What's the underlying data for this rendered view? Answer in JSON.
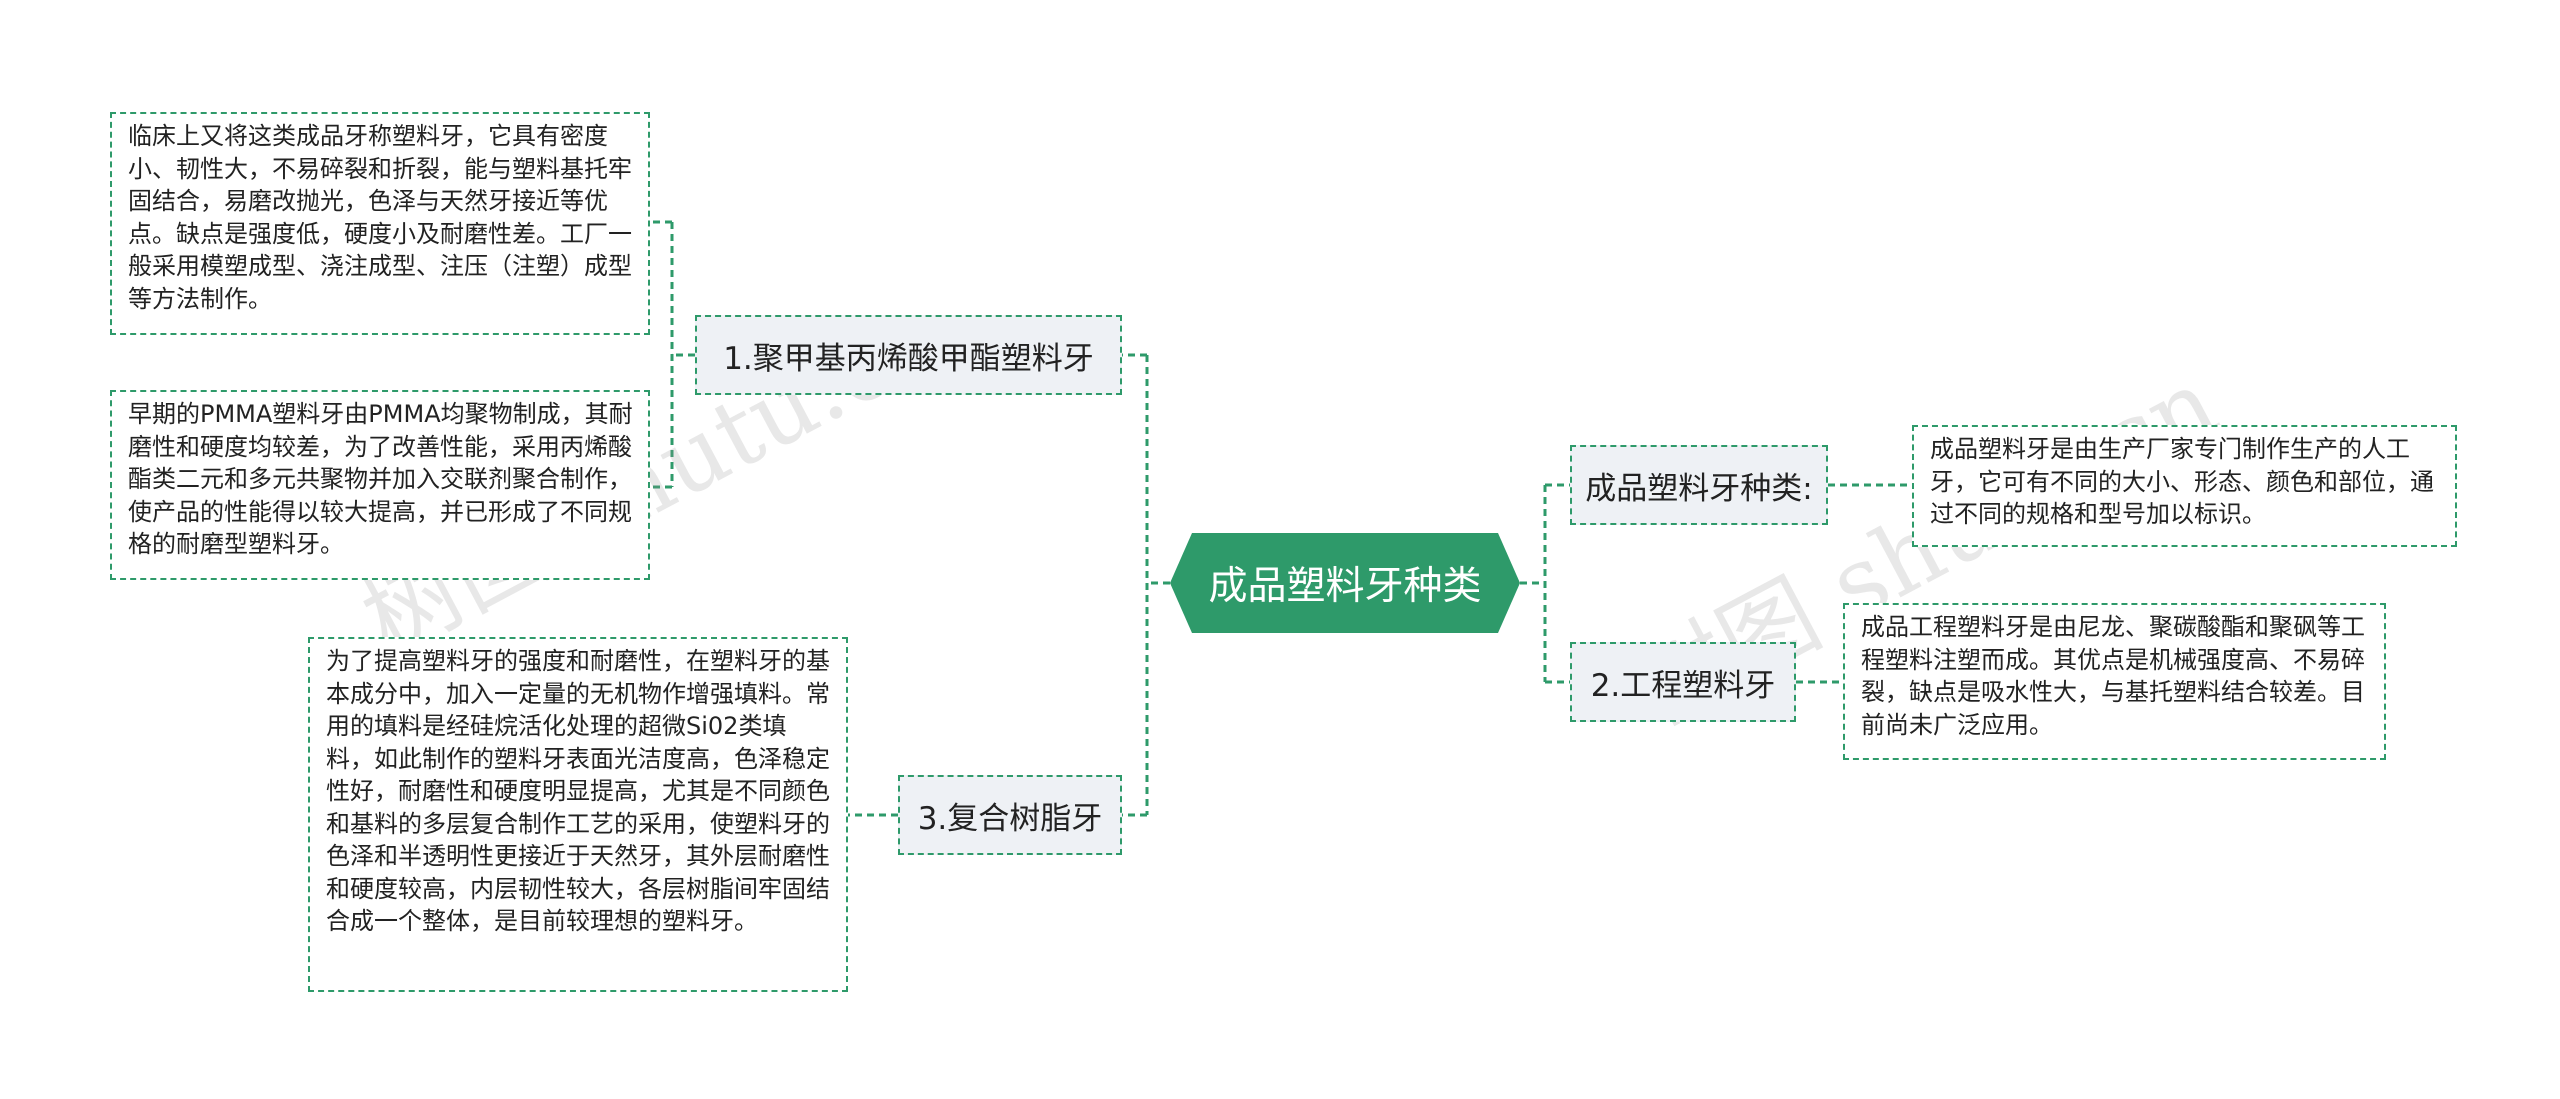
{
  "colors": {
    "accent": "#2e9a6a",
    "branch_bg": "#eef1f5"
  },
  "root": {
    "label": "成品塑料牙种类"
  },
  "branches": {
    "pmma": {
      "label": "1.聚甲基丙烯酸甲酯塑料牙",
      "notes": [
        "临床上又将这类成品牙称塑料牙，它具有密度小、韧性大，不易碎裂和折裂，能与塑料基托牢固结合，易磨改抛光，色泽与天然牙接近等优点。缺点是强度低，硬度小及耐磨性差。工厂一般采用模塑成型、浇注成型、注压（注塑）成型等方法制作。",
        "早期的PMMA塑料牙由PMMA均聚物制成，其耐磨性和硬度均较差，为了改善性能，采用丙烯酸酯类二元和多元共聚物并加入交联剂聚合制作，使产品的性能得以较大提高，并已形成了不同规格的耐磨型塑料牙。"
      ]
    },
    "composite": {
      "label": "3.复合树脂牙",
      "note": "为了提高塑料牙的强度和耐磨性，在塑料牙的基本成分中，加入一定量的无机物作增强填料。常用的填料是经硅烷活化处理的超微Si02类填料，如此制作的塑料牙表面光洁度高，色泽稳定性好，耐磨性和硬度明显提高，尤其是不同颜色和基料的多层复合制作工艺的采用，使塑料牙的色泽和半透明性更接近于天然牙，其外层耐磨性和硬度较高，内层韧性较大，各层树脂间牢固结合成一个整体，是目前较理想的塑料牙。"
    },
    "kinds": {
      "label": "成品塑料牙种类:",
      "note": "成品塑料牙是由生产厂家专门制作生产的人工牙，它可有不同的大小、形态、颜色和部位，通过不同的规格和型号加以标识。"
    },
    "engineering": {
      "label": "2.工程塑料牙",
      "note": "成品工程塑料牙是由尼龙、聚碳酸酯和聚砜等工程塑料注塑而成。其优点是机械强度高、不易碎裂，缺点是吸水性大，与基托塑料结合较差。目前尚未广泛应用。"
    }
  },
  "watermarks": [
    "树图 shutu.cn",
    "树图 shutu.cn"
  ]
}
